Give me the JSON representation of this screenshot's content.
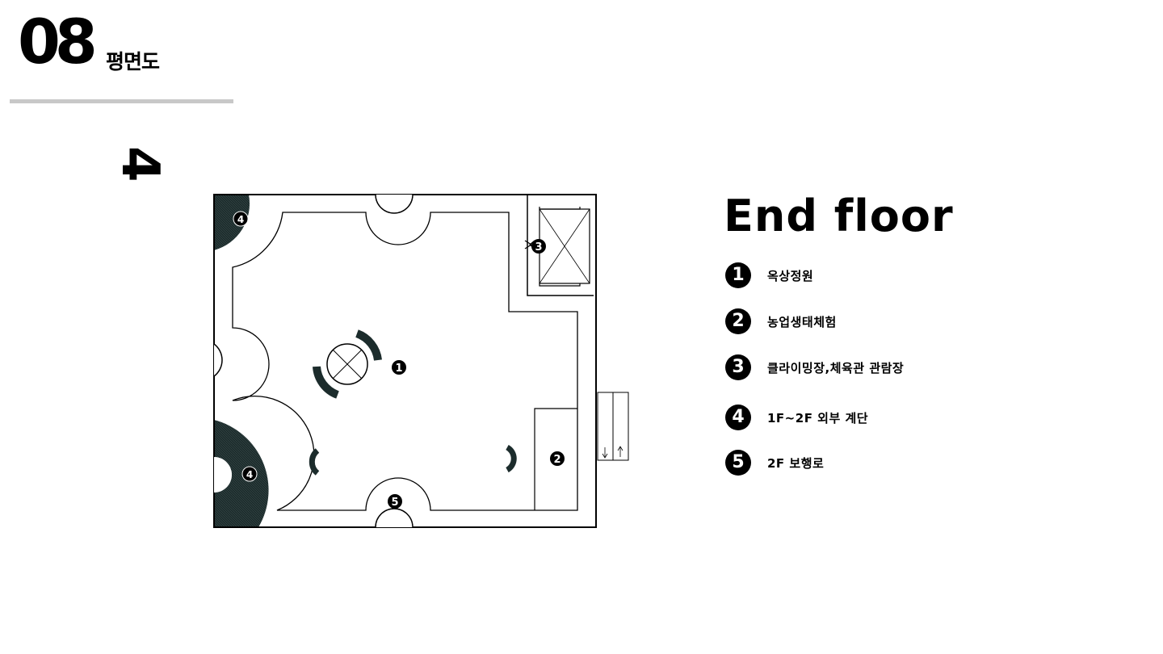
{
  "header": {
    "number": "08",
    "title": "평면도"
  },
  "plan": {
    "floor_mark": "4",
    "labels": {
      "rooftop_garden": "1",
      "farm_experience": "2",
      "climbing": "3",
      "stair_top_left": "4",
      "stair_bottom_left": "4",
      "walkway": "5"
    },
    "colors": {
      "wall": "#000000",
      "hatch": "#1c2c2c",
      "floor": "#ffffff"
    }
  },
  "legend": {
    "title": "End floor",
    "items": [
      {
        "num": "1",
        "label": "옥상정원"
      },
      {
        "num": "2",
        "label": "농업생태체험"
      },
      {
        "num": "3",
        "label": "클라이밍장,체육관 관람장"
      },
      {
        "num": "4",
        "label": "1F~2F 외부 계단"
      },
      {
        "num": "5",
        "label": "2F 보행로"
      }
    ]
  }
}
